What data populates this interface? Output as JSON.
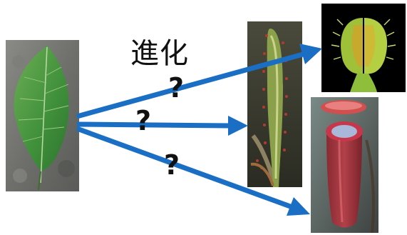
{
  "labels": {
    "evolution": "進化",
    "question_upper": "?",
    "question_middle": "?",
    "question_lower": "?"
  },
  "colors": {
    "arrow": "#1a6fc4",
    "leaf": "#3f8f3a",
    "flytrap_background": "#000000",
    "pitcher_lip": "#c8364a"
  },
  "images": {
    "leaf": "green-leaf-photo",
    "sundew": "sundew-leaf-photo",
    "flytrap": "venus-flytrap-photo",
    "pitcher": "pitcher-plant-photo"
  }
}
